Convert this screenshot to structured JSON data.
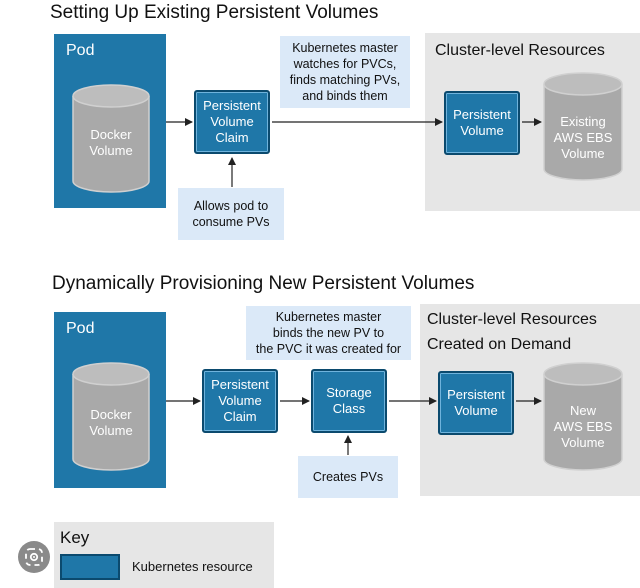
{
  "section1": {
    "title": "Setting Up Existing Persistent Volumes",
    "pod_label": "Pod",
    "docker_volume": "Docker\nVolume",
    "pvc": "Persistent\nVolume\nClaim",
    "note_master": "Kubernetes master\nwatches for PVCs,\nfinds matching PVs,\nand binds them",
    "note_allows": "Allows pod to\nconsume PVs",
    "cluster_title": "Cluster-level Resources",
    "pv": "Persistent\nVolume",
    "ebs": "Existing\nAWS EBS\nVolume"
  },
  "section2": {
    "title": "Dynamically Provisioning New Persistent Volumes",
    "pod_label": "Pod",
    "docker_volume": "Docker\nVolume",
    "pvc": "Persistent\nVolume\nClaim",
    "storage_class": "Storage\nClass",
    "note_master": "Kubernetes master\nbinds the new PV to\nthe PVC it was created for",
    "note_creates": "Creates PVs",
    "cluster_title_1": "Cluster-level Resources",
    "cluster_title_2": "Created on Demand",
    "pv": "Persistent\nVolume",
    "ebs": "New\nAWS EBS\nVolume"
  },
  "key": {
    "title": "Key",
    "item_label": "Kubernetes resource"
  },
  "colors": {
    "k8s_resource": "#1f77a8",
    "cylinder": "#a9a9a9",
    "note_bg": "#dbe9f8",
    "cluster_bg": "#e6e6e6"
  },
  "icons": {
    "lens": "lens-search-icon"
  }
}
